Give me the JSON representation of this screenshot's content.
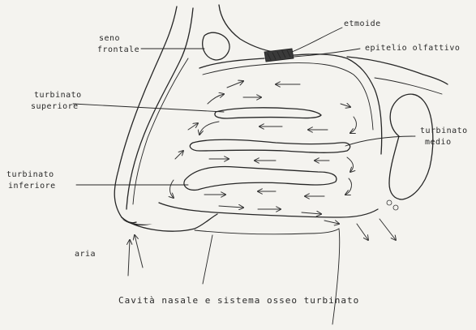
{
  "labels": {
    "seno_frontale_1": "seno",
    "seno_frontale_2": "frontale",
    "etmoide": "etmoide",
    "epitelio": "epitelio olfattivo",
    "turb_sup_1": "turbinato",
    "turb_sup_2": "superiore",
    "turb_medio_1": "turbinato",
    "turb_medio_2": "medio",
    "turb_inf_1": "turbinato",
    "turb_inf_2": "inferiore",
    "aria": "aria"
  },
  "caption": "Cavità nasale e sistema osseo turbinato",
  "colors": {
    "paper": "#f4f3ef",
    "ink": "#262626"
  }
}
